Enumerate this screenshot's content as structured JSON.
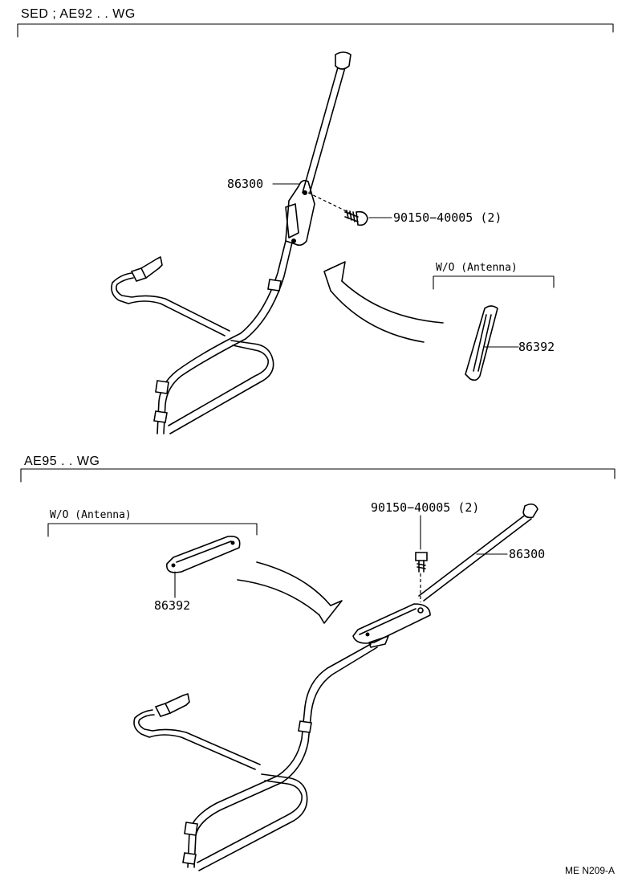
{
  "sections": [
    {
      "header": "SED ; AE92 . . WG",
      "parts": {
        "antenna": "86300",
        "screw": "90150−40005 (2)",
        "cover_group": "W/O  (Antenna)",
        "cover": "86392"
      }
    },
    {
      "header": "AE95 . . WG",
      "parts": {
        "cover_group": "W/O  (Antenna)",
        "cover": "86392",
        "screw": "90150−40005 (2)",
        "antenna": "86300"
      }
    }
  ],
  "reference": "ME  N209-A"
}
